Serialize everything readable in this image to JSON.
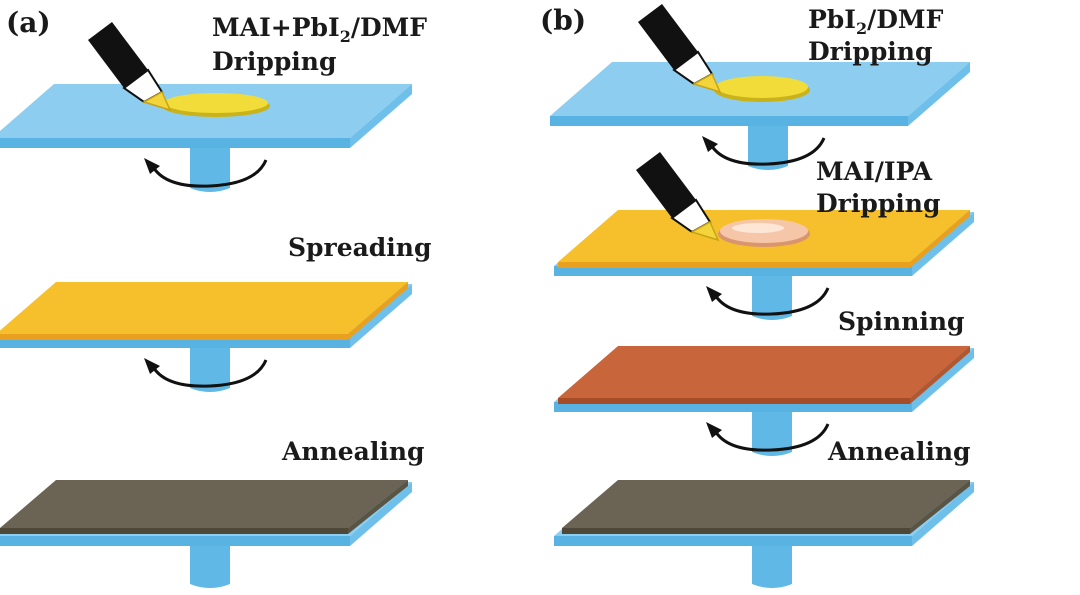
{
  "panels": [
    {
      "id": "a",
      "label": "(a)",
      "steps": [
        {
          "line1_prefix": "MAI+PbI",
          "line1_sub": "2",
          "line1_suffix": "/DMF",
          "line2": "Dripping"
        },
        {
          "line1": "Spreading"
        },
        {
          "line1": "Annealing"
        }
      ]
    },
    {
      "id": "b",
      "label": "(b)",
      "steps": [
        {
          "line1_prefix": "PbI",
          "line1_sub": "2",
          "line1_suffix": "/DMF",
          "line2": "Dripping"
        },
        {
          "line1": "MAI/IPA",
          "line2": "Dripping"
        },
        {
          "line1": "Spinning"
        },
        {
          "line1": "Annealing"
        }
      ]
    }
  ],
  "colors": {
    "substrate": "#8dcdf0",
    "substrate_edge": "#52b2e2",
    "spindle": "#5fb8e6",
    "precursor_drop": "#f2dc3a",
    "pbi2_film": "#f5c02c",
    "pbi2_film_edge": "#e8a01e",
    "mai_drop": "#f6c6a8",
    "intermediate_film": "#c8653a",
    "perovskite_film": "#6b6454",
    "pipette": "#111111",
    "pipette_tip": "#f3d43a"
  },
  "icons": [
    "pipette-icon",
    "rotation-arrow-icon"
  ]
}
